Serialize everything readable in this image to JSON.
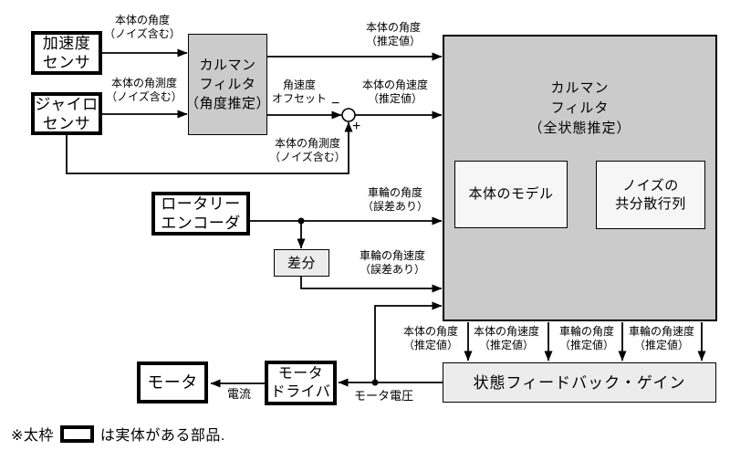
{
  "colors": {
    "background": "#ffffff",
    "filter_box_fill": "#cbcbcb",
    "light_box_fill": "#ececec",
    "inner_box_fill": "#f6f6f6",
    "line_color": "#000000"
  },
  "nodes": {
    "accel_sensor": {
      "line1": "加速度",
      "line2": "センサ"
    },
    "gyro_sensor": {
      "line1": "ジャイロ",
      "line2": "センサ"
    },
    "kalman_angle": {
      "line1": "カルマン",
      "line2": "フィルタ",
      "line3": "（角度推定）"
    },
    "kalman_full": {
      "line1": "カルマン",
      "line2": "フィルタ",
      "line3": "（全状態推定）"
    },
    "body_model": {
      "line1": "本体のモデル"
    },
    "noise_covariance": {
      "line1": "ノイズの",
      "line2": "共分散行列"
    },
    "rotary_encoder": {
      "line1": "ロータリー",
      "line2": "エンコーダ"
    },
    "difference": {
      "line1": "差分"
    },
    "state_feedback_gain": {
      "line1": "状態フィードバック・ゲイン"
    },
    "motor_driver": {
      "line1": "モータ",
      "line2": "ドライバ"
    },
    "motor": {
      "line1": "モータ"
    }
  },
  "signals": {
    "body_angle_noisy": {
      "line1": "本体の角度",
      "line2": "（ノイズ含む）"
    },
    "body_rate_noisy": {
      "line1": "本体の角測度",
      "line2": "（ノイズ含む）"
    },
    "body_angle_est": {
      "line1": "本体の角度",
      "line2": "（推定値）"
    },
    "rate_offset": {
      "line1": "角速度",
      "line2": "オフセット"
    },
    "body_rate_est": {
      "line1": "本体の角速度",
      "line2": "（推定値）"
    },
    "body_rate_noisy_fb": {
      "line1": "本体の角測度",
      "line2": "（ノイズ含む）"
    },
    "wheel_angle_err": {
      "line1": "車輪の角度",
      "line2": "（誤差あり）"
    },
    "wheel_rate_err": {
      "line1": "車輪の角速度",
      "line2": "（誤差あり）"
    },
    "out_body_angle": {
      "line1": "本体の角度",
      "line2": "（推定値）"
    },
    "out_body_rate": {
      "line1": "本体の角速度",
      "line2": "（推定値）"
    },
    "out_wheel_angle": {
      "line1": "車輪の角度",
      "line2": "（推定値）"
    },
    "out_wheel_rate": {
      "line1": "車輪の角速度",
      "line2": "（推定値）"
    },
    "motor_voltage": "モータ電圧",
    "current": "電流",
    "minus": "−",
    "plus": "+"
  },
  "footer": {
    "prefix": "※太枠",
    "suffix": "は実体がある部品."
  }
}
